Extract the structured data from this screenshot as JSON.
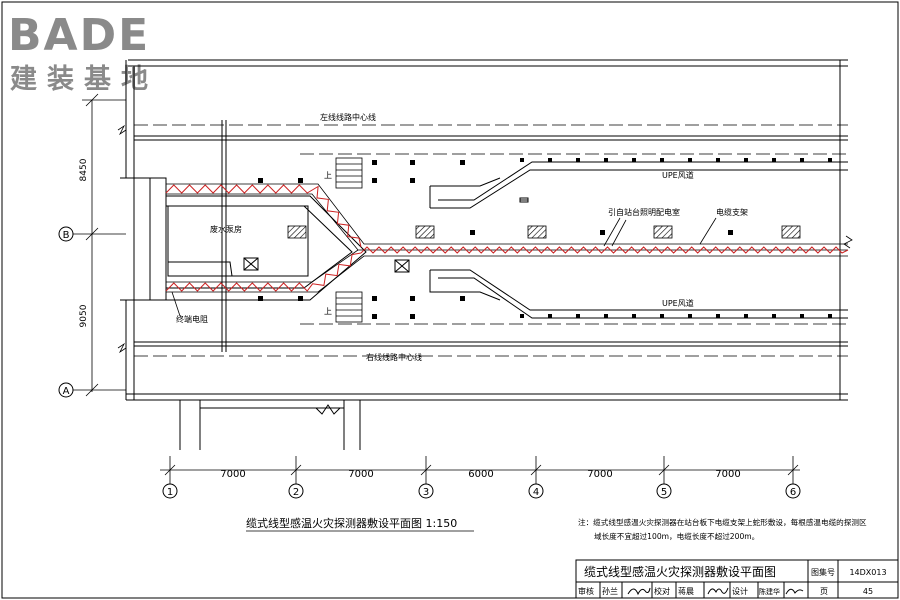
{
  "logo": {
    "brand": "BADE",
    "subtitle": "建装基地"
  },
  "plan": {
    "left_centerline": "左线线路中心线",
    "right_centerline": "右线线路中心线",
    "upe_duct_top": "UPE风道",
    "upe_duct_bottom": "UPE风道",
    "pump_room": "废水泵房",
    "terminal_resistor": "终端电阻",
    "cable_source": "引自站台照明配电室",
    "cable_tray": "电缆支架",
    "up_top": "上",
    "up_bottom": "上"
  },
  "axes": {
    "rows": [
      "B",
      "A"
    ],
    "row_dims": [
      "8450",
      "9050"
    ],
    "columns": [
      "1",
      "2",
      "3",
      "4",
      "5",
      "6"
    ],
    "spans": [
      "7000",
      "7000",
      "6000",
      "7000",
      "7000"
    ]
  },
  "figure_caption": "缆式线型感温火灾探测器敷设平面图  1:150",
  "note": {
    "line1": "注：缆式线型感温火灾探测器在站台板下电缆支架上蛇形敷设，每根感温电缆的探测区",
    "line2": "域长度不宜超过100m，电缆长度不超过200m。"
  },
  "title_block": {
    "title": "缆式线型感温火灾探测器敷设平面图",
    "atlas_label": "图集号",
    "atlas_no": "14DX013",
    "review_label": "审核",
    "reviewer": "孙兰",
    "check_label": "校对",
    "checker": "蒋晨",
    "design_label": "设计",
    "designer": "陈建华",
    "page_label": "页",
    "page_no": "45"
  },
  "colors": {
    "line": "#000000",
    "cable": "#cc2222",
    "logo": "#8a8a8a"
  }
}
